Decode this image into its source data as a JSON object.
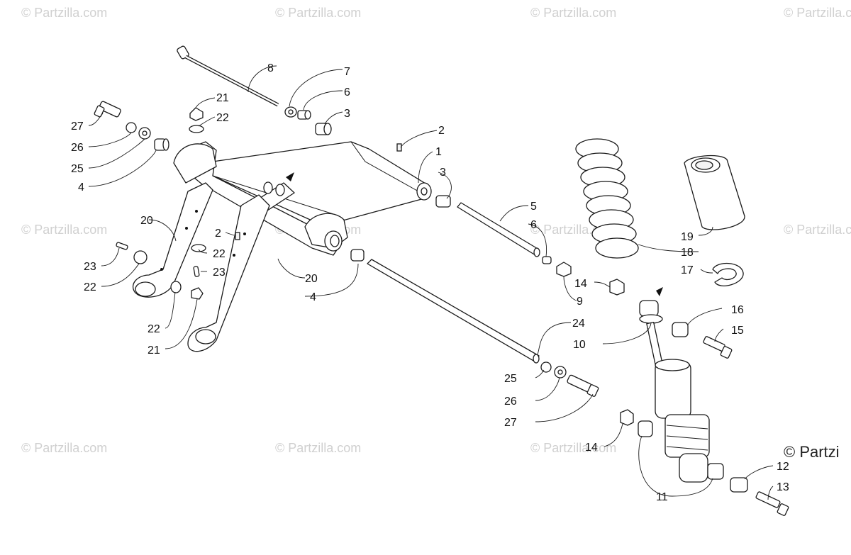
{
  "watermark": {
    "text": "© Partzilla.com",
    "corner_text": "© Partzi"
  },
  "callouts": {
    "c1": "1",
    "c2a": "2",
    "c2b": "2",
    "c3a": "3",
    "c3b": "3",
    "c4a": "4",
    "c4b": "4",
    "c5": "5",
    "c6a": "6",
    "c6b": "6",
    "c7": "7",
    "c8": "8",
    "c9": "9",
    "c10": "10",
    "c11": "11",
    "c12": "12",
    "c13": "13",
    "c14a": "14",
    "c14b": "14",
    "c15": "15",
    "c16": "16",
    "c17": "17",
    "c18": "18",
    "c19": "19",
    "c20a": "20",
    "c20b": "20",
    "c21a": "21",
    "c21b": "21",
    "c22a": "22",
    "c22b": "22",
    "c22c": "22",
    "c22d": "22",
    "c23a": "23",
    "c23b": "23",
    "c24": "24",
    "c25a": "25",
    "c25b": "25",
    "c26a": "26",
    "c26b": "26",
    "c27a": "27",
    "c27b": "27"
  }
}
